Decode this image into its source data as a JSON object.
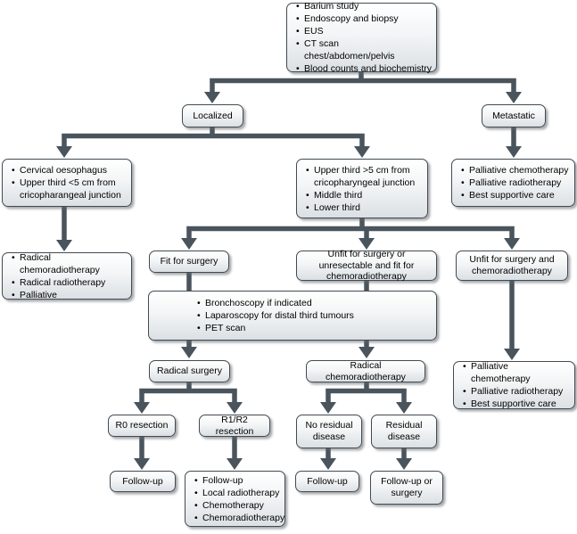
{
  "colors": {
    "connector": "#4a545c",
    "box_border": "#424b52",
    "box_fill_top": "#ffffff",
    "box_fill_bottom": "#dbe0e4"
  },
  "nodes": {
    "workup": {
      "items": [
        "Barium study",
        "Endoscopy and biopsy",
        "EUS",
        "CT scan chest/abdomen/pelvis",
        "Blood counts and biochemistry"
      ]
    },
    "localized": {
      "label": "Localized"
    },
    "metastatic": {
      "label": "Metastatic"
    },
    "cervical": {
      "items": [
        "Cervical oesophagus",
        "Upper third <5 cm from cricopharangeal junction"
      ]
    },
    "upper_third": {
      "items": [
        "Upper third >5 cm from cricopharyngeal junction",
        "Middle third",
        "Lower third"
      ]
    },
    "metastatic_palliative": {
      "items": [
        "Palliative chemotherapy",
        "Palliative radiotherapy",
        "Best supportive care"
      ]
    },
    "radical_options": {
      "items": [
        "Radical chemoradiotherapy",
        "Radical radiotherapy",
        "Palliative"
      ]
    },
    "fit_for_surgery": {
      "label": "Fit for surgery"
    },
    "unfit_or_unresectable": {
      "label": "Unfit for surgery or unresectable and fit for chemoradiotherapy"
    },
    "unfit_and_chemo": {
      "label": "Unfit for surgery and chemoradiotherapy"
    },
    "staging": {
      "items": [
        "Bronchoscopy if indicated",
        "Laparoscopy for distal third tumours",
        "PET scan"
      ]
    },
    "radical_surgery": {
      "label": "Radical surgery"
    },
    "radical_chemoradiotherapy": {
      "label": "Radical chemoradiotherapy"
    },
    "r0_resection": {
      "label": "R0 resection"
    },
    "r1r2_resection": {
      "label": "R1/R2 resection"
    },
    "no_residual": {
      "label": "No residual disease"
    },
    "residual": {
      "label": "Residual disease"
    },
    "unfit_palliative": {
      "items": [
        "Palliative chemotherapy",
        "Palliative radiotherapy",
        "Best supportive care"
      ]
    },
    "followup_r0": {
      "label": "Follow-up"
    },
    "r1r2_followup": {
      "items": [
        "Follow-up",
        "Local radiotherapy",
        "Chemotherapy",
        "Chemoradiotherapy"
      ]
    },
    "followup_no_residual": {
      "label": "Follow-up"
    },
    "followup_or_surgery": {
      "label": "Follow-up or surgery"
    }
  }
}
